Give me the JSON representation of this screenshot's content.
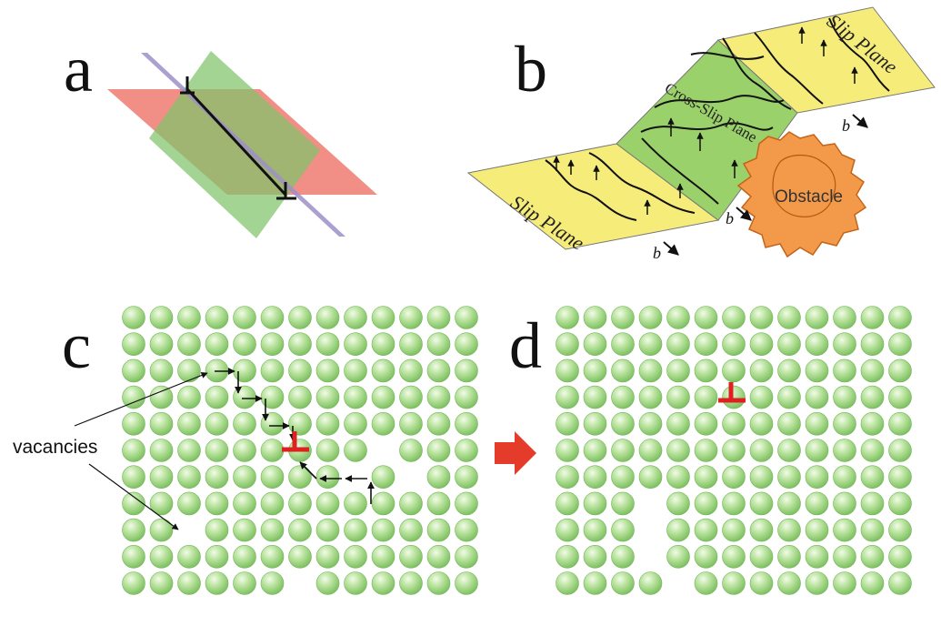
{
  "panels": {
    "a": {
      "letter": "a"
    },
    "b": {
      "letter": "b",
      "slip_plane_label": "Slip Plane",
      "cross_slip_label": "Cross-Slip Plane",
      "obstacle_label": "Obstacle",
      "burgers_label": "b"
    },
    "c": {
      "letter": "c",
      "vacancies_label": "vacancies",
      "grid": {
        "rows": 11,
        "cols": 13
      },
      "missing_atoms": [
        [
          5,
          9
        ],
        [
          6,
          8
        ],
        [
          6,
          10
        ],
        [
          8,
          2
        ],
        [
          10,
          6
        ]
      ],
      "dislocation_cell": [
        5,
        6
      ]
    },
    "d": {
      "letter": "d",
      "grid": {
        "rows": 11,
        "cols": 13
      },
      "missing_atoms": [
        [
          7,
          3
        ],
        [
          8,
          3
        ],
        [
          9,
          3
        ],
        [
          10,
          4
        ]
      ],
      "dislocation_cell": [
        3,
        6
      ]
    }
  },
  "colors": {
    "atom_fill": "#a6d98c",
    "atom_edge": "#74b65c",
    "plane_red": "#ec6a5e",
    "plane_green": "#7fc46a",
    "plane_purple": "#9e8fc8",
    "slip_yellow": "#f6ec7a",
    "cross_green": "#9bd16a",
    "obstacle_orange": "#f39a4a",
    "dislocation_red": "#e02020",
    "arrow_red": "#e43b2b"
  }
}
